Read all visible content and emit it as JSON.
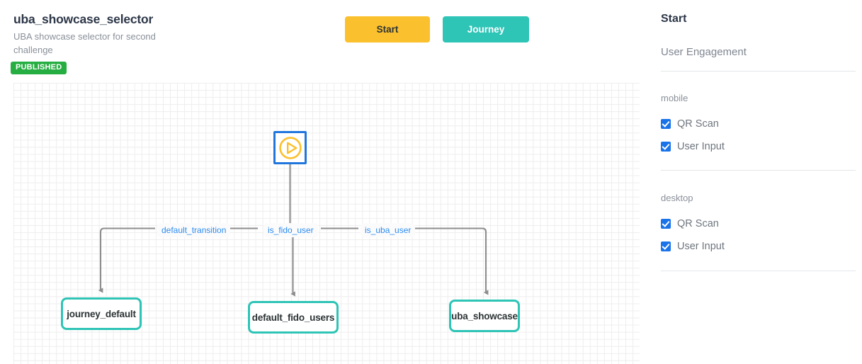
{
  "header": {
    "title": "uba_showcase_selector",
    "description": "UBA showcase selector for second challenge",
    "status_badge": "PUBLISHED",
    "status_color": "#27ae42"
  },
  "toolbar": {
    "buttons": [
      {
        "label": "Start",
        "color": "#fbc02d",
        "text_color": "#2d3436"
      },
      {
        "label": "Journey",
        "color": "#2ec4b6",
        "text_color": "#ffffff"
      }
    ]
  },
  "canvas": {
    "grid": true,
    "node_border_color": "#2ec4b6",
    "start_border_color": "#2176dd",
    "start_icon_color": "#fbc02d",
    "edge_color": "#888888",
    "edge_label_color": "#2d8cf0",
    "nodes": [
      {
        "id": "start",
        "label": "",
        "type": "start-icon"
      },
      {
        "id": "journey_default",
        "label": "journey_default",
        "type": "step"
      },
      {
        "id": "default_fido_users",
        "label": "default_fido_users",
        "type": "step"
      },
      {
        "id": "uba_showcase",
        "label": "uba_showcase",
        "type": "step"
      }
    ],
    "edges": [
      {
        "label": "default_transition",
        "from": "start",
        "to": "journey_default"
      },
      {
        "label": "is_fido_user",
        "from": "start",
        "to": "default_fido_users"
      },
      {
        "label": "is_uba_user",
        "from": "start",
        "to": "uba_showcase"
      }
    ]
  },
  "panel": {
    "title": "Start",
    "subtitle": "User Engagement",
    "groups": [
      {
        "name": "mobile",
        "options": [
          {
            "label": "QR Scan",
            "checked": true
          },
          {
            "label": "User Input",
            "checked": true
          }
        ]
      },
      {
        "name": "desktop",
        "options": [
          {
            "label": "QR Scan",
            "checked": true
          },
          {
            "label": "User Input",
            "checked": true
          }
        ]
      }
    ],
    "checkbox_color": "#1a73e8"
  }
}
